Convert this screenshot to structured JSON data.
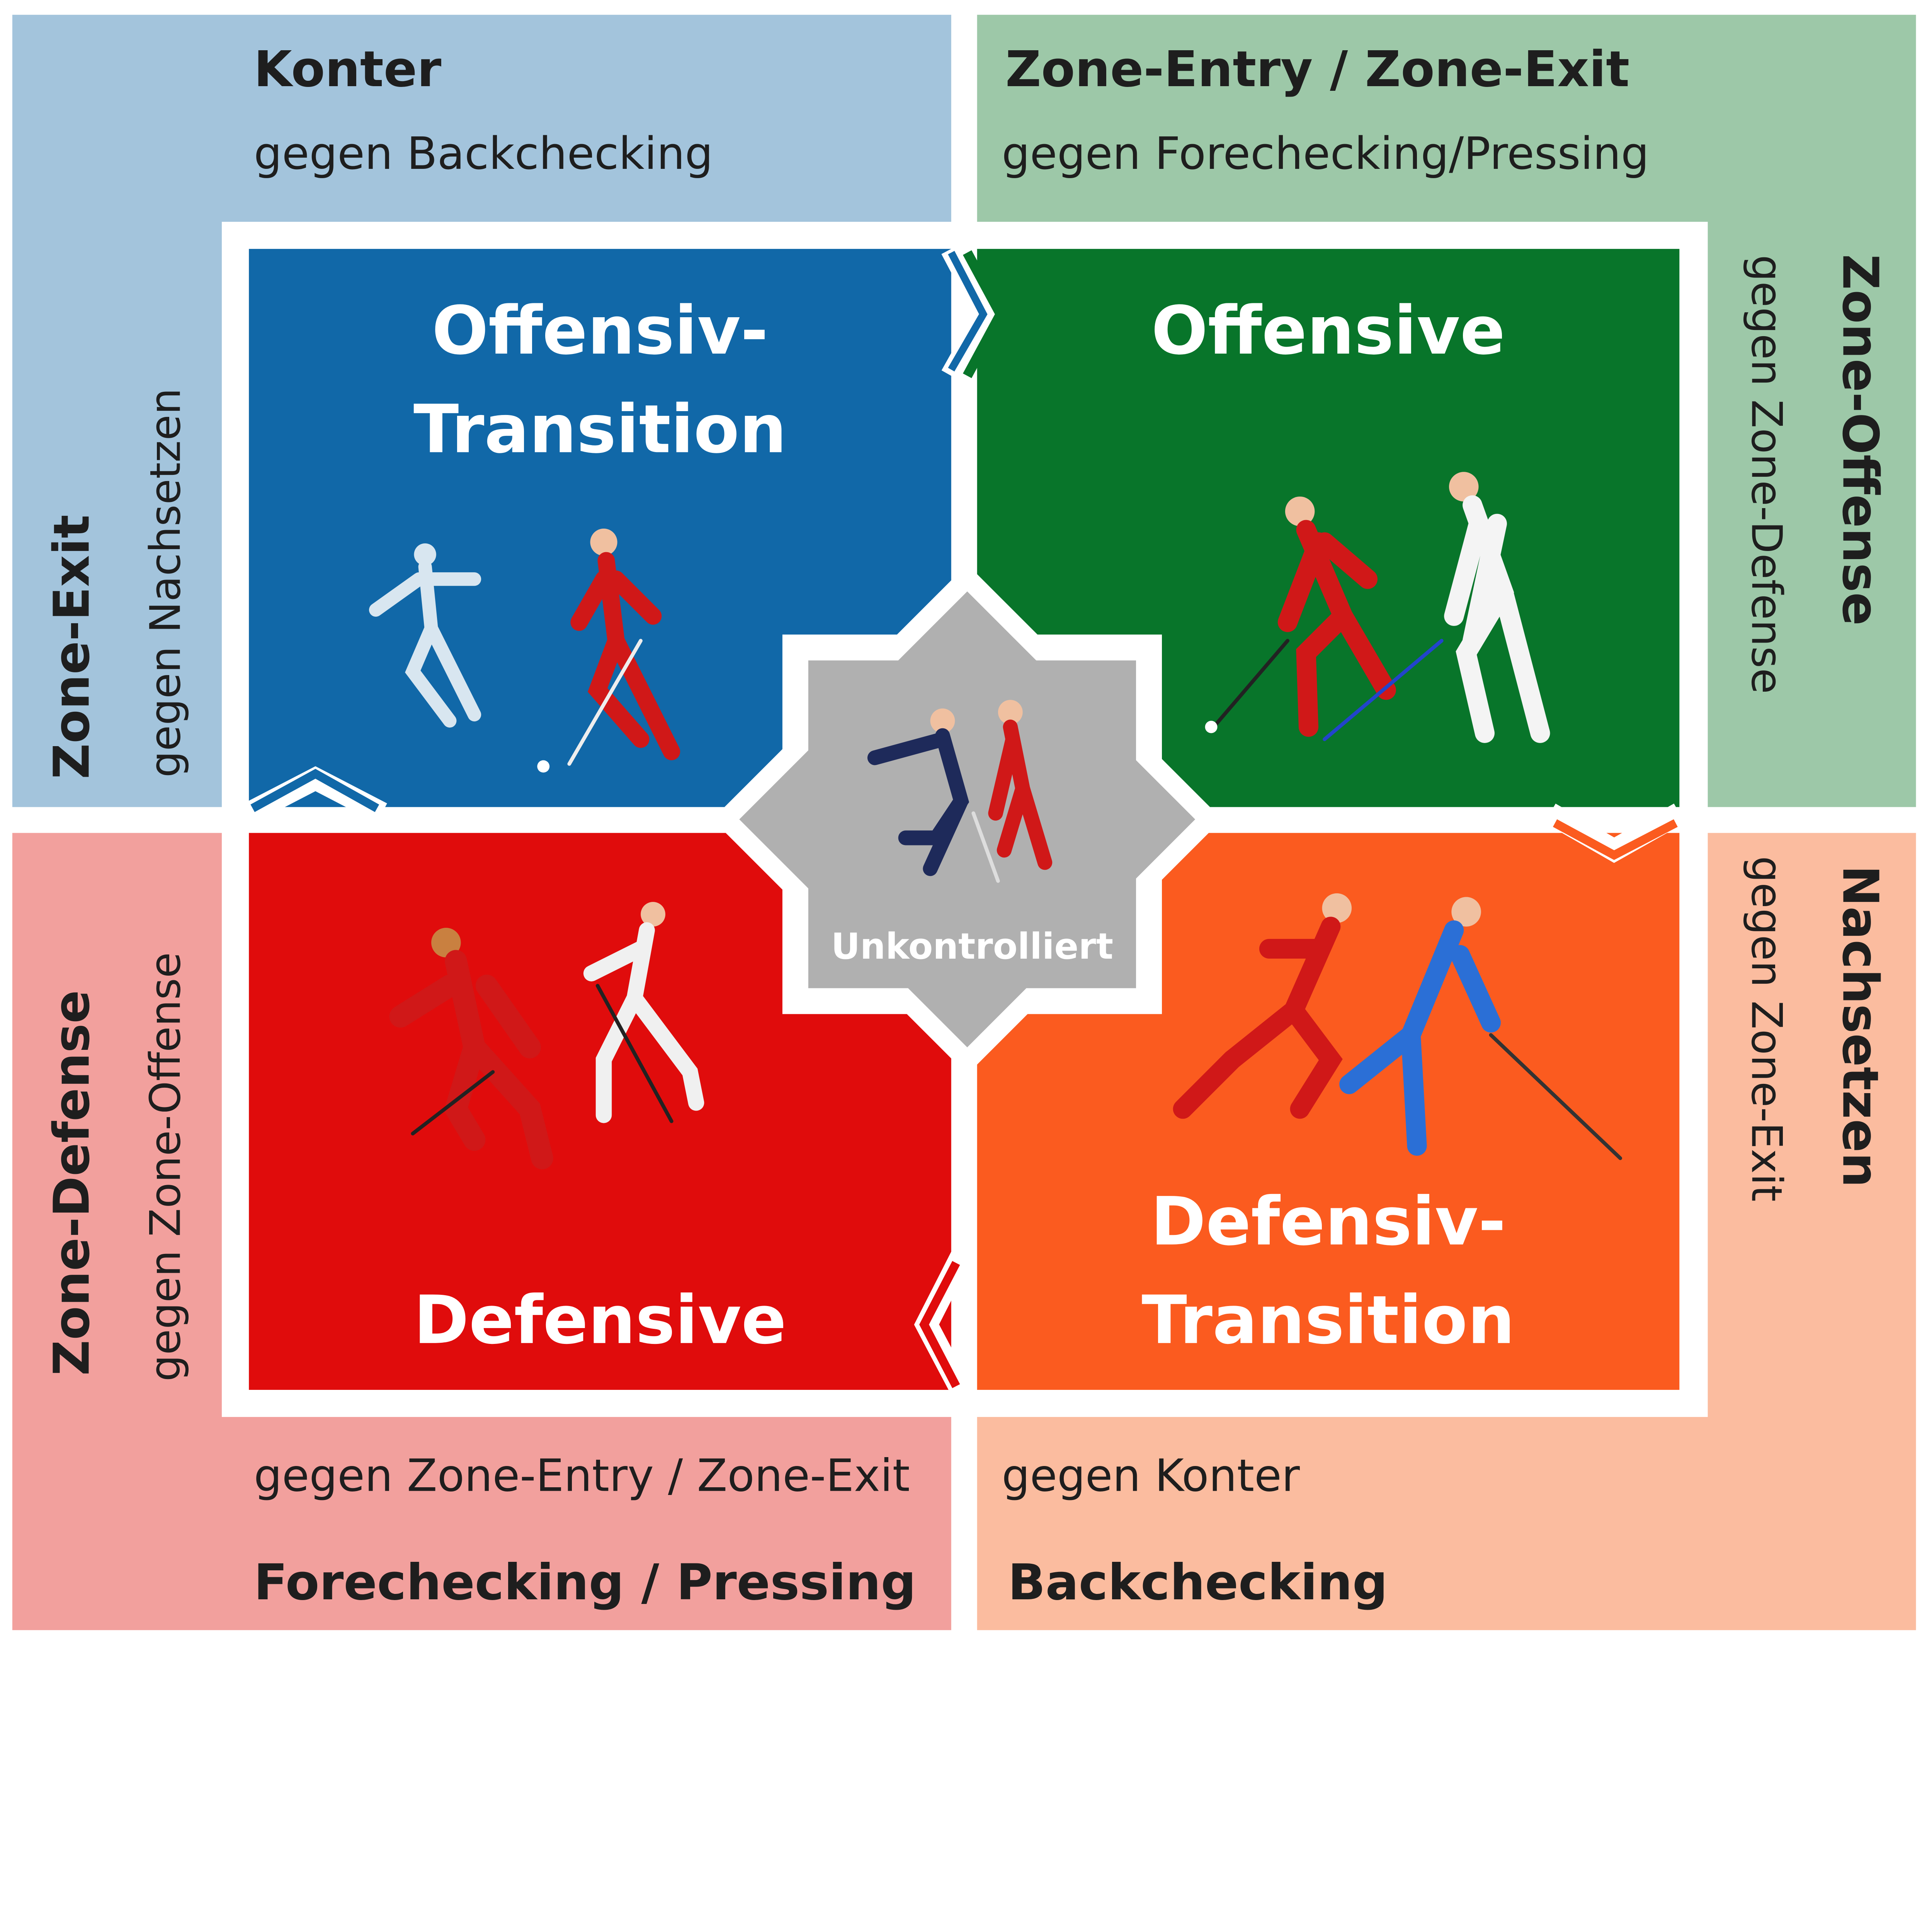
{
  "colors": {
    "konter_bg": "#a3c4dc",
    "zone_entry_bg": "#9dc8a8",
    "forechecking_bg": "#f2a09d",
    "backchecking_bg": "#fbbc9f",
    "offensiv_transition": "#1168a8",
    "offensive": "#08752a",
    "defensive": "#e00c0c",
    "defensiv_transition": "#fb5b1f",
    "unkontrolliert": "#b0b0b0"
  },
  "outer": {
    "top_left": {
      "title": "Konter",
      "subtitle": "gegen Backchecking"
    },
    "top_right": {
      "title": "Zone-Entry / Zone-Exit",
      "subtitle": "gegen Forechecking/Pressing"
    },
    "bottom_left": {
      "title": "Forechecking / Pressing",
      "subtitle": "gegen Zone-Entry / Zone-Exit"
    },
    "bottom_right": {
      "title": "Backchecking",
      "subtitle": "gegen Konter"
    },
    "left_top": {
      "title": "Zone-Exit",
      "subtitle": "gegen Nachsetzen"
    },
    "left_bottom": {
      "title": "Zone-Defense",
      "subtitle": "gegen Zone-Offense"
    },
    "right_top": {
      "title": "Zone-Offense",
      "subtitle": "gegen Zone-Defense"
    },
    "right_bottom": {
      "title": "Nachsetzen",
      "subtitle": "gegen Zone-Exit"
    }
  },
  "phases": {
    "offensiv_transition": {
      "line1": "Offensiv-",
      "line2": "Transition"
    },
    "offensive": {
      "line1": "Offensive"
    },
    "defensive": {
      "line1": "Defensive"
    },
    "defensiv_transition": {
      "line1": "Defensiv-",
      "line2": "Transition"
    },
    "center": {
      "label": "Unkontrolliert"
    }
  }
}
